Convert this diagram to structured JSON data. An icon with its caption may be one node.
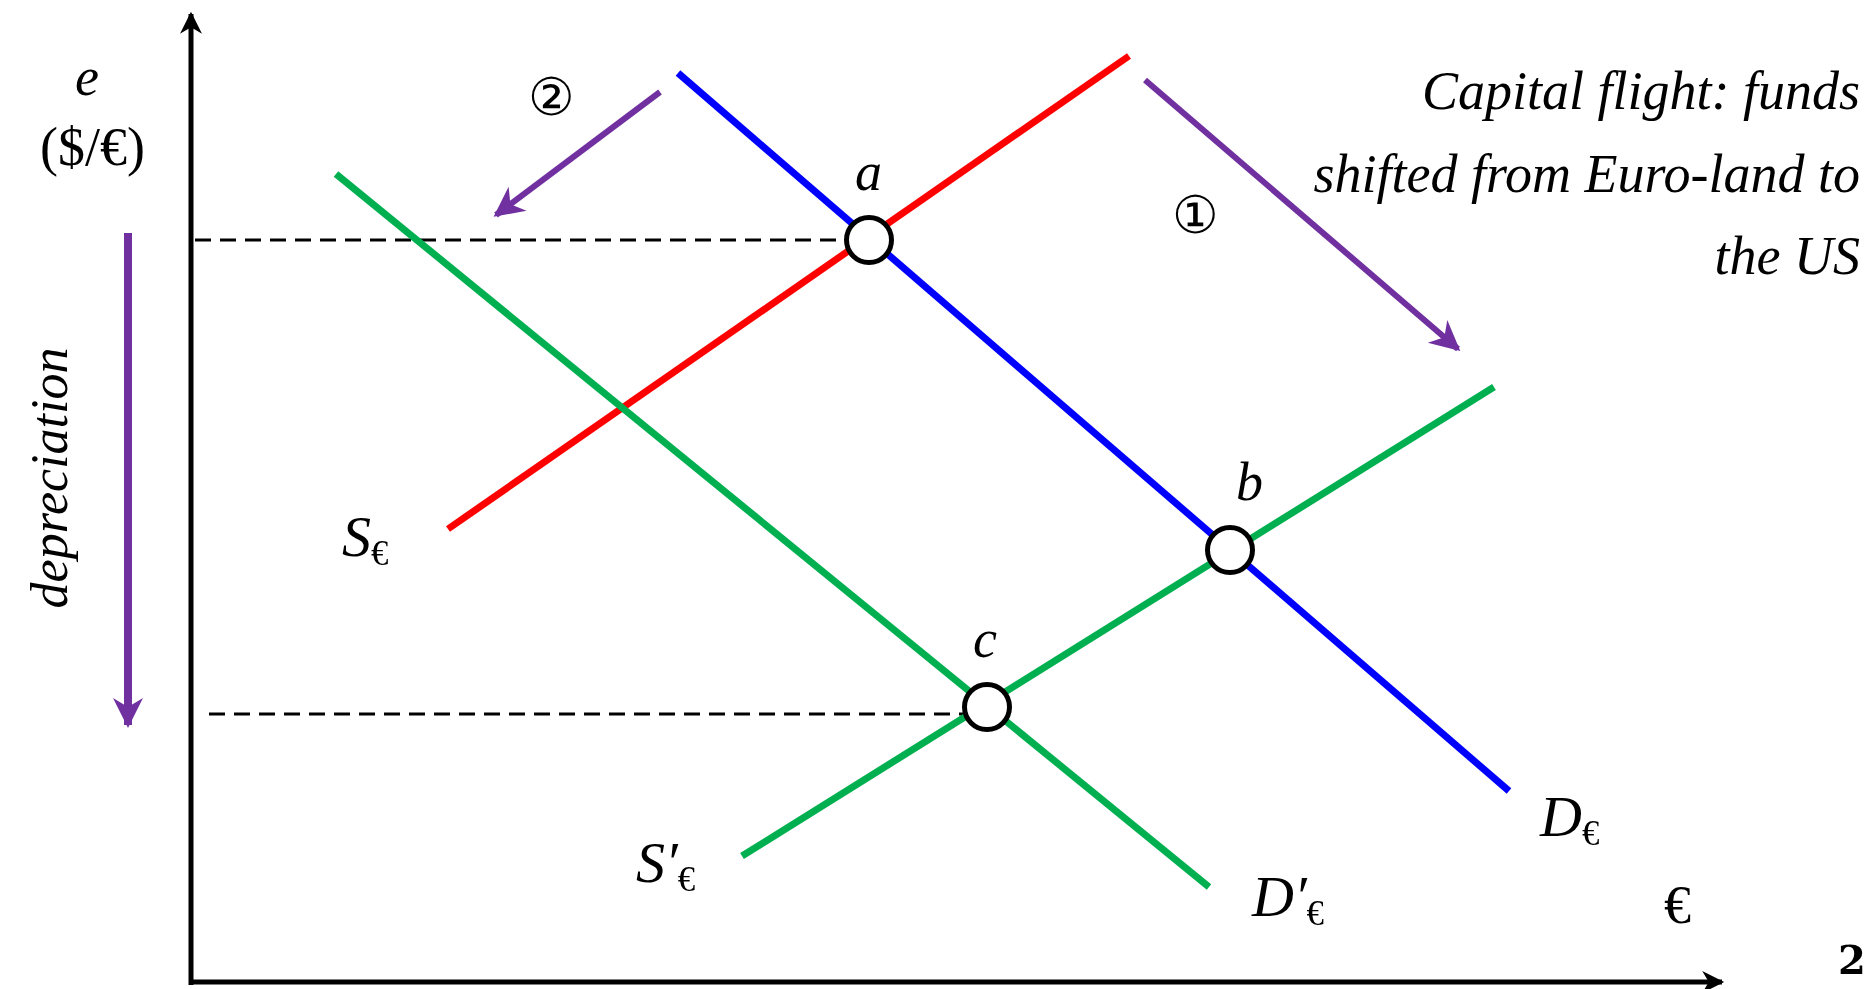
{
  "diagram": {
    "nodes": [
      {
        "text": [],
        "shape": "circle",
        "beside": [
          "a"
        ]
      },
      {
        "text": [],
        "shape": "circle",
        "beside": [
          "b"
        ]
      },
      {
        "text": [],
        "shape": "circle",
        "beside": [
          "c"
        ]
      }
    ],
    "labels": [
      "e",
      "($/€)",
      "②",
      "Capital flight: funds shifted from Euro-land to the US",
      "①",
      "depreciation",
      "S$_{€}$",
      "D$_{€}$",
      "S′$_{€}$",
      "D′$_{€}$",
      "€",
      "2"
    ]
  }
}
